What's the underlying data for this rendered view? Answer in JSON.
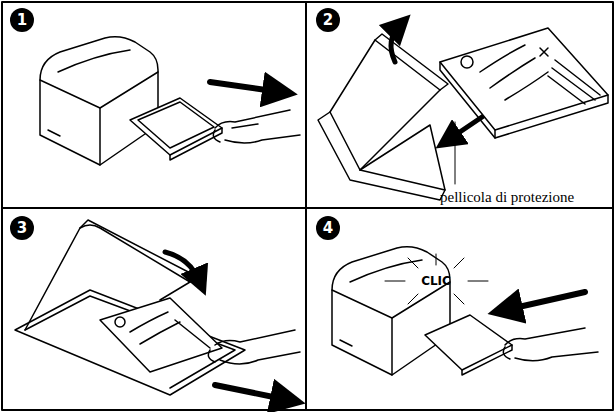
{
  "diagram": {
    "labels": [
      "1",
      "2",
      "3",
      "4",
      "pellicola di protezione",
      "CLIC"
    ]
  }
}
